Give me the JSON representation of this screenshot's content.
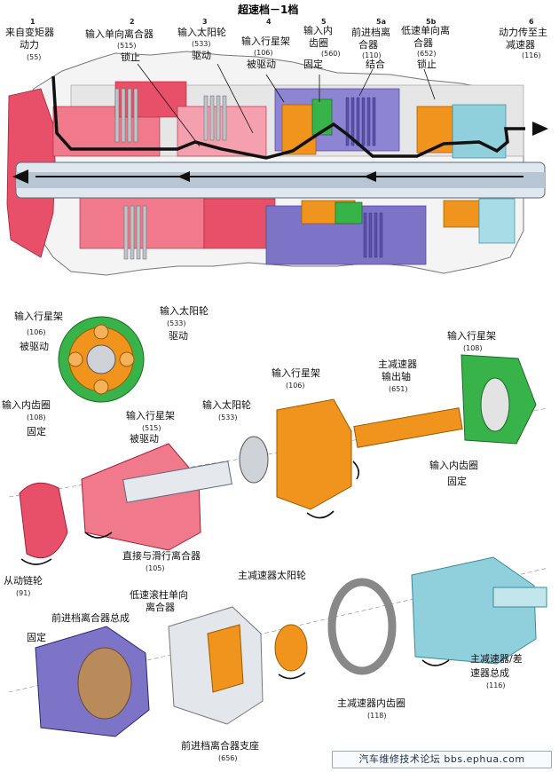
{
  "title": "超速档－1档",
  "top_labels": [
    {
      "num": "1",
      "line1": "来自变矩器",
      "line2": "动力",
      "ref": "(55)"
    },
    {
      "num": "2",
      "line1": "输入单向离合器",
      "ref": "(515)",
      "suffix": "锁止"
    },
    {
      "num": "3",
      "line1": "输入太阳轮",
      "ref": "(533)",
      "suffix": "驱动"
    },
    {
      "num": "4",
      "line1": "输入行星架",
      "ref": "(106)",
      "suffix": "被驱动"
    },
    {
      "num": "5",
      "line1": "输入内",
      "line2": "齿圈",
      "ref": "(560)",
      "suffix": "固定"
    },
    {
      "num": "5a",
      "line1": "前进档离",
      "line2": "合器",
      "ref": "(110)",
      "suffix": "结合"
    },
    {
      "num": "5b",
      "line1": "低速单向离",
      "line2": "合器",
      "ref": "(652)",
      "suffix": "锁止"
    },
    {
      "num": "6",
      "line1": "动力传至主",
      "line2": "减速器",
      "ref": "(116)"
    }
  ],
  "mid_labels": {
    "carrier_a": {
      "line1": "输入行星架",
      "ref": "(106)",
      "suffix": "被驱动"
    },
    "sun_a": {
      "line1": "输入太阳轮",
      "ref": "(533)",
      "suffix": "驱动"
    },
    "carrier_b": {
      "line1": "输入行星架",
      "ref": "(108)"
    },
    "ring_a": {
      "line1": "输入内齿圈",
      "ref": "(108)",
      "suffix": "固定"
    },
    "reduce_out": {
      "line1": "主减速器",
      "line2": "输出轴",
      "ref": "(651)"
    },
    "carrier_c": {
      "line1": "输入行星架",
      "ref": "(106)"
    },
    "sun_b": {
      "line1": "输入太阳轮",
      "ref": "(533)"
    },
    "carrier_d": {
      "line1": "输入行星架",
      "ref": "(515)",
      "suffix": "被驱动"
    },
    "ring_b": {
      "line1": "输入内齿圈",
      "suffix": "固定"
    },
    "direct_clutch": {
      "line1": "直接与滑行离合器",
      "ref": "(105)"
    },
    "driven_sprocket": {
      "line1": "从动链轮",
      "ref": "(91)"
    }
  },
  "bottom_labels": {
    "reduce_sun": "主减速器太阳轮",
    "low_roller": {
      "line1": "低速滚柱单向",
      "line2": "离合器"
    },
    "fwd_assy": "前进档离合器总成",
    "fixed": "固定",
    "reduce_ring": {
      "line1": "主减速器内齿圈",
      "ref": "(118)"
    },
    "diff_assy": {
      "line1": "主减速器/差",
      "line2": "速器总成",
      "ref": "(116)"
    },
    "fwd_support": {
      "line1": "前进档离合器支座",
      "ref": "(656)"
    }
  },
  "footer": "汽车维修技术论坛 bbs.ephua.com",
  "colors": {
    "pink": "#e8506a",
    "orange": "#f0941e",
    "green": "#37b34a",
    "purple": "#7d74c8",
    "teal": "#8fd0dc",
    "gray": "#cfd3d8",
    "dark": "#111111"
  }
}
